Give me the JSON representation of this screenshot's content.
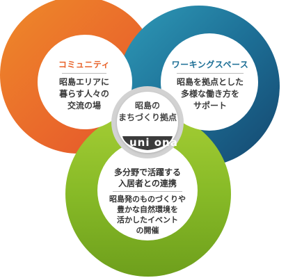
{
  "circles": {
    "community": {
      "title": "コミュニティ",
      "lines": [
        "昭島エリアに",
        "暮らす人々の",
        "交流の場"
      ],
      "color": "#e8632a"
    },
    "workspace": {
      "title": "ワーキングスペース",
      "lines": [
        "昭島を拠点とした",
        "多様な働き方を",
        "サポート"
      ],
      "color": "#1b6e95"
    },
    "collab": {
      "title_lines": [
        "多分野で活躍する",
        "入居者との連携"
      ],
      "lines": [
        "昭島発のものづくりや",
        "豊かな自然環境を",
        "活かしたイベント",
        "の開催"
      ],
      "color": "#8cc42a"
    }
  },
  "center": {
    "lines": [
      "昭島の",
      "まちづくり拠点"
    ],
    "logo_text": "uni ona"
  }
}
